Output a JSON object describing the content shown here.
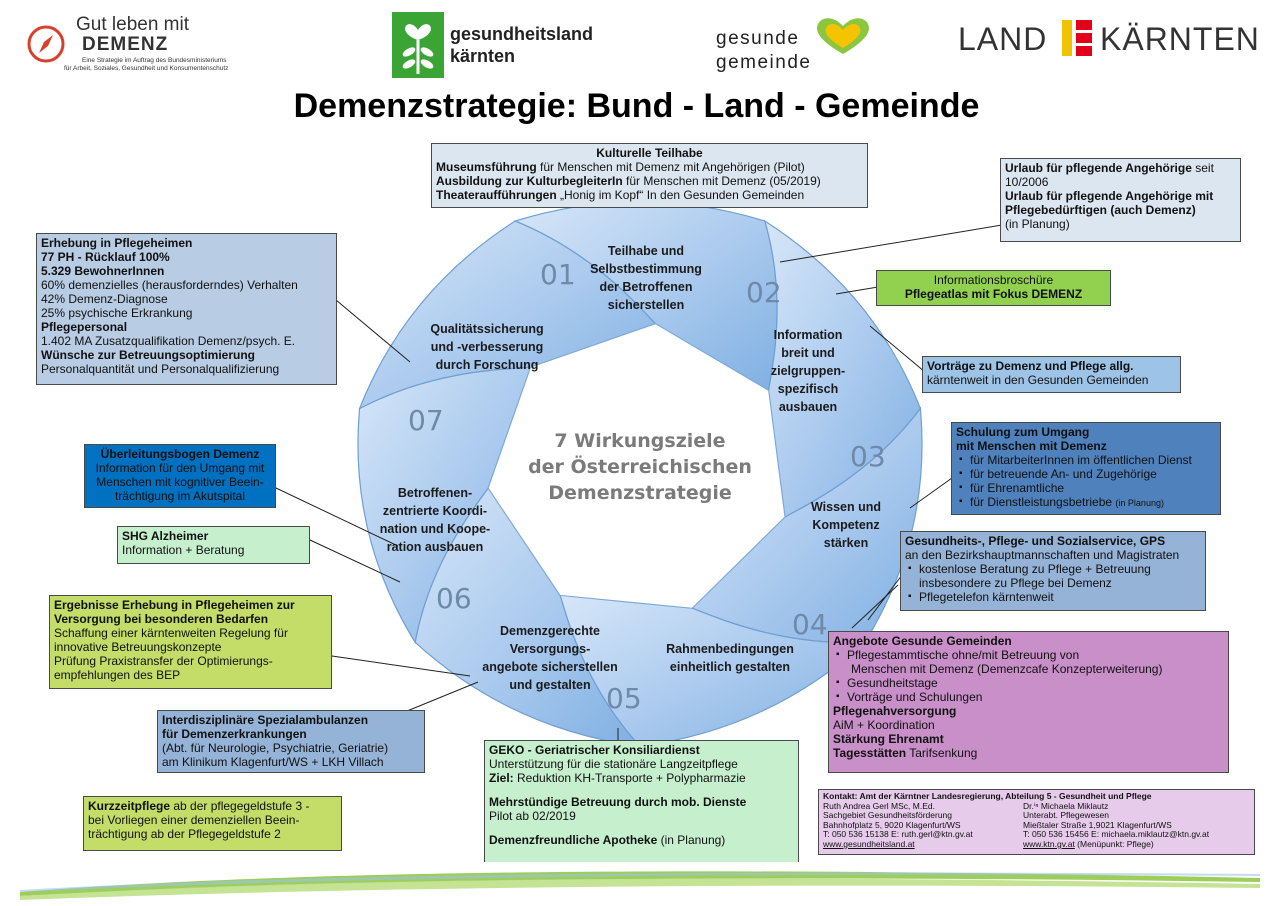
{
  "header": {
    "logo1_line1": "Gut leben mit",
    "logo1_line2": "DEMENZ",
    "logo1_sub1": "Eine Strategie im Auftrag des Bundesministeriums",
    "logo1_sub2": "für Arbeit, Soziales, Gesundheit und Konsumentenschutz",
    "logo2_line1": "gesundheitsland",
    "logo2_line2": "kärnten",
    "logo3_line1": "gesunde",
    "logo3_line2": "gemeinde",
    "logo4_left": "LAND",
    "logo4_right": "KÄRNTEN"
  },
  "title": "Demenzstrategie: Bund - Land - Gemeinde",
  "center": {
    "line1": "7 Wirkungsziele",
    "line2": "der Österreichischen",
    "line3": "Demenzstrategie"
  },
  "goals": [
    {
      "num": "01",
      "label": [
        "Teilhabe und",
        "Selbstbestimmung",
        "der Betroffenen",
        "sicherstellen"
      ]
    },
    {
      "num": "02",
      "label": [
        "Information",
        "breit und",
        "zielgruppen-",
        "spezifisch",
        "ausbauen"
      ]
    },
    {
      "num": "03",
      "label": [
        "Wissen und",
        "Kompetenz",
        "stärken"
      ]
    },
    {
      "num": "04",
      "label": [
        "Rahmenbedingungen",
        "einheitlich gestalten"
      ]
    },
    {
      "num": "05",
      "label": [
        "Demenzgerechte",
        "Versorgungs-",
        "angebote sicherstellen",
        "und gestalten"
      ]
    },
    {
      "num": "06",
      "label": [
        "Betroffenen-",
        "zentrierte Koordi-",
        "nation und Koope-",
        "ration ausbauen"
      ]
    },
    {
      "num": "07",
      "label": [
        "Qualitätssicherung",
        "und -verbesserung",
        "durch Forschung"
      ]
    }
  ],
  "boxes": {
    "kultur": {
      "title": "Kulturelle Teilhabe",
      "l1b": "Museumsführung",
      "l1": " für Menschen mit Demenz mit Angehörigen (Pilot)",
      "l2b": "Ausbildung zur KulturbegleiterIn",
      "l2": " für Menschen mit Demenz  (05/2019)",
      "l3b": "Theateraufführungen",
      "l3": " „Honig im Kopf“ In den Gesunden Gemeinden"
    },
    "urlaub": {
      "l1b": "Urlaub für pflegende Angehörige",
      "l1": " seit",
      "l2": "10/2006",
      "l3b": "Urlaub für pflegende Angehörige mit",
      "l4b": "Pflegebedürftigen (auch Demenz)",
      "l5": "(in Planung)"
    },
    "info": {
      "l1": "Informationsbroschüre",
      "l2b": "Pflegeatlas mit Fokus DEMENZ"
    },
    "vortraege": {
      "l1b": "Vorträge zu Demenz und Pflege allg.",
      "l2": "kärntenweit in den Gesunden Gemeinden"
    },
    "schulung": {
      "t1": "Schulung zum Umgang",
      "t2": "mit Menschen mit Demenz",
      "b1": "für MitarbeiterInnen im öffentlichen Dienst",
      "b2": "für betreuende An- und Zugehörige",
      "b3": "für Ehrenamtliche",
      "b4": "für Dienstleistungsbetriebe",
      "b4small": "(in Planung)"
    },
    "gps": {
      "t1": "Gesundheits-, Pflege- und Sozialservice, GPS",
      "l1": "an den Bezirkshauptmannschaften und Magistraten",
      "b1": "kostenlose Beratung zu Pflege + Betreuung",
      "b1b": "insbesondere zu Pflege bei Demenz",
      "b2": "Pflegetelefon kärntenweit"
    },
    "angebote": {
      "t1": "Angebote Gesunde Gemeinden",
      "b1": "Pflegestammtische ohne/mit Betreuung von",
      "b1b": "Menschen mit Demenz  (Demenzcafe Konzepterweiterung)",
      "b2": "Gesundheitstage",
      "b3": "Vorträge und Schulungen",
      "t2": "Pflegenahversorgung",
      "l2": "AiM + Koordination",
      "t3": "Stärkung Ehrenamt",
      "t4": "Tagesstätten",
      "l4": "  Tarifsenkung"
    },
    "kontakt": {
      "t1": "Kontakt: Amt der Kärntner Landesregierung, Abteilung 5 - Gesundheit und Pflege",
      "a1": "Ruth Andrea Gerl MSc, M.Ed.",
      "a2": "Sachgebiet Gesundheitsförderung",
      "a3": "Bahnhofplatz 5, 9020 Klagenfurt/WS",
      "a4": "T: 050 536 15138 E: ruth.gerl@ktn.gv.at",
      "a5": "www.gesundheitsland.at",
      "b1": "Dr.ⁱⁿ Michaela Miklautz",
      "b2": "Unterabt. Pflegewesen",
      "b3": "Mießtaler Straße 1,9021 Klagenfurt/WS",
      "b4": "T: 050 536 15456 E: michaela.miklautz@ktn.gv.at",
      "b5": "www.ktn.gv.at",
      "b5b": " (Menüpunkt: Pflege)"
    },
    "geko": {
      "t1": "GEKO - Geriatrischer Konsiliardienst",
      "l1": "Unterstützung für die stationäre Langzeitpflege",
      "l2b": "Ziel:",
      "l2": " Reduktion KH-Transporte + Polypharmazie",
      "t2": "Mehrstündige Betreuung durch mob. Dienste",
      "l3": "Pilot ab 02/2019",
      "t3": "Demenzfreundliche Apotheke",
      "l4": " (in Planung)"
    },
    "kurzzeit": {
      "l1b": "Kurzzeitpflege",
      "l1": " ab der pflegegeldstufe 3   -",
      "l2": "bei Vorliegen einer demenziellen Beein-",
      "l3": "trächtigung ab der Pflegegeldstufe 2"
    },
    "ambulanz": {
      "t1": "Interdisziplinäre Spezialambulanzen",
      "t2": "für Demenzerkrankungen",
      "l1": "(Abt. für Neurologie, Psychiatrie, Geriatrie)",
      "l2": "am Klinikum Klagenfurt/WS + LKH Villach"
    },
    "ergebnisse": {
      "t1": "Ergebnisse Erhebung in Pflegeheimen zur",
      "t2": "Versorgung bei besonderen Bedarfen",
      "l1": "Schaffung einer kärntenweiten Regelung für",
      "l2": "innovative Betreuungskonzepte",
      "l3": "Prüfung Praxistransfer der Optimierungs-",
      "l4": "empfehlungen des BEP"
    },
    "shg": {
      "t1": "SHG Alzheimer",
      "l1": "Information  + Beratung"
    },
    "ueberleitung": {
      "t1": "Überleitungsbogen Demenz",
      "l1": "Information für den Umgang mit",
      "l2": "Menschen mit kognitiver Beein-",
      "l3": "trächtigung im Akutspital"
    },
    "erhebung": {
      "t1": "Erhebung in Pflegeheimen",
      "t2": "77 PH - Rücklauf 100%",
      "t3": "5.329 BewohnerInnen",
      "l1": "60% demenzielles (herausforderndes) Verhalten",
      "l2": "42% Demenz-Diagnose",
      "l3": "25% psychische Erkrankung",
      "t4": "Pflegepersonal",
      "l4": "1.402 MA Zusatzqualifikation Demenz/psych. E.",
      "t5": "Wünsche zur Betreuungsoptimierung",
      "l5": "Personalquantität und Personalqualifizierung"
    }
  },
  "colors": {
    "ring_fill": "#b9d4f2",
    "ring_dark": "#7eaee0",
    "ring_stroke": "#6f9fd1",
    "box_lightblue": "#dce6f1",
    "box_blue": "#4f81bd",
    "box_darkblue": "#0070c0",
    "box_green": "#92d050",
    "box_lightgreen": "#c6efce",
    "box_yellowgreen": "#c4dc68",
    "box_steel": "#95b3d7",
    "box_purple": "#c88fc8",
    "box_lavender": "#e6ccea",
    "box_skyblue": "#9dc3e6"
  }
}
